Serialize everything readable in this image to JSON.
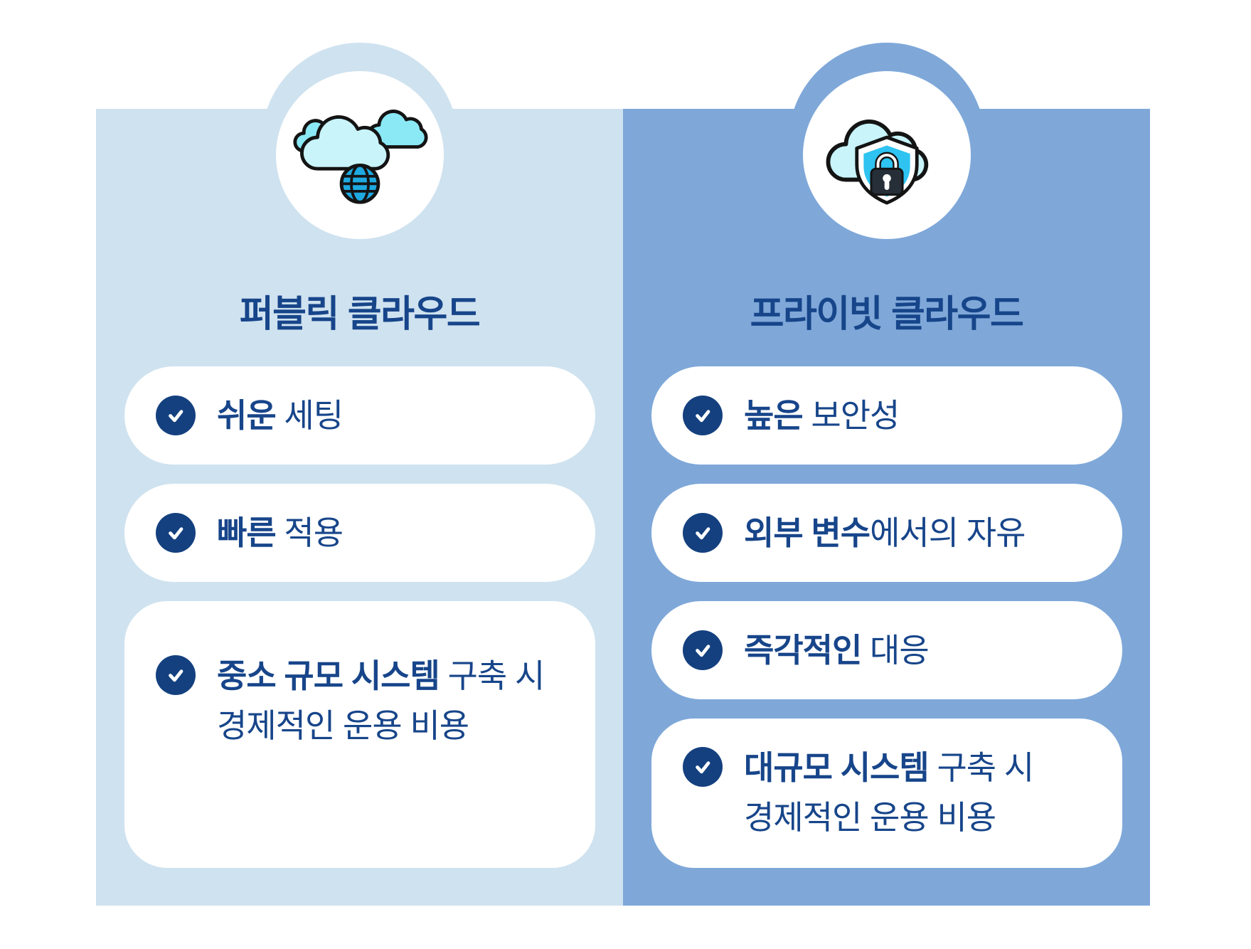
{
  "type": "comparison-infographic",
  "colors": {
    "panel_left_bg": "#CFE2EF",
    "panel_right_bg": "#7FA8D9",
    "card_bg": "#FFFFFF",
    "text_navy": "#17458A",
    "check_navy": "#14407F",
    "outline_black": "#141414",
    "cloud_cyan_light": "#C8F4FA",
    "cloud_cyan": "#8BE9F5",
    "globe_blue": "#1FA9E1",
    "shield_cyan": "#2EC3F1",
    "lock_dark": "#262E38"
  },
  "left_panel": {
    "title": "퍼블릭 클라우드",
    "icon": "clouds-globe-icon",
    "items": [
      {
        "icon": "check-icon",
        "segments": [
          {
            "text": "쉬운",
            "bold": true
          },
          {
            "text": " 세팅",
            "bold": false
          }
        ]
      },
      {
        "icon": "check-icon",
        "segments": [
          {
            "text": "빠른",
            "bold": true
          },
          {
            "text": " 적용",
            "bold": false
          }
        ]
      },
      {
        "icon": "check-icon",
        "segments": [
          {
            "text": "중소 규모 시스템",
            "bold": true
          },
          {
            "text": " 구축 시\n경제적인 운용 비용",
            "bold": false
          }
        ]
      }
    ]
  },
  "right_panel": {
    "title": "프라이빗 클라우드",
    "icon": "cloud-shield-lock-icon",
    "items": [
      {
        "icon": "check-icon",
        "segments": [
          {
            "text": "높은",
            "bold": true
          },
          {
            "text": " 보안성",
            "bold": false
          }
        ]
      },
      {
        "icon": "check-icon",
        "segments": [
          {
            "text": "외부 변수",
            "bold": true
          },
          {
            "text": "에서의 자유",
            "bold": false
          }
        ]
      },
      {
        "icon": "check-icon",
        "segments": [
          {
            "text": "즉각적인",
            "bold": true
          },
          {
            "text": " 대응",
            "bold": false
          }
        ]
      },
      {
        "icon": "check-icon",
        "segments": [
          {
            "text": "대규모 시스템",
            "bold": true
          },
          {
            "text": " 구축 시\n경제적인 운용 비용",
            "bold": false
          }
        ]
      }
    ]
  }
}
